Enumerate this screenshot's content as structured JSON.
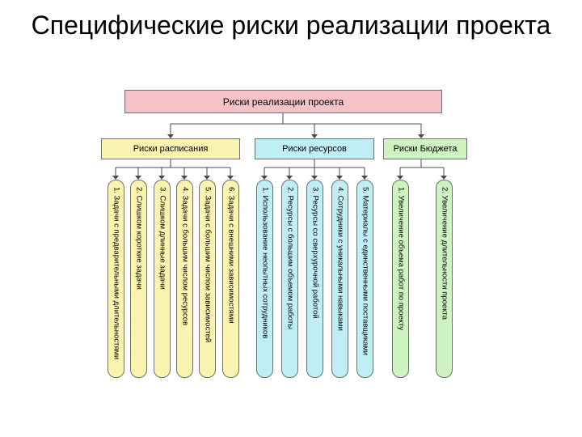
{
  "title": "Специфические риски реализации проекта",
  "colors": {
    "root": "#f5c2c8",
    "schedule": "#fbf4b0",
    "resources": "#bfeff5",
    "budget": "#cdf3c0",
    "connector": "#4a4a4a"
  },
  "root_label": "Риски реализации проекта",
  "categories": [
    {
      "label": "Риски расписания",
      "items": [
        "1. Задачи с предварительными длительностями",
        "2. Слишком короткие задачи",
        "3. Слишком длинные задачи",
        "4. Задачи с большим числом ресурсов",
        "5. Задачи с большим числом зависимостей",
        "6. Задачи с внешними зависимостями"
      ]
    },
    {
      "label": "Риски ресурсов",
      "items": [
        "1. Использование неопытных сотрудников",
        "2. Ресурсы с большим объемом работы",
        "3. Ресурсы со сверхурочной работой",
        "4. Сотрудники с уникальными навыками",
        "5. Материалы с единственными поставщиками"
      ]
    },
    {
      "label": "Риски Бюджета",
      "items": [
        "1. Увеличение объема работ по проекту",
        "2. Увеличение длительности проекта"
      ]
    }
  ]
}
